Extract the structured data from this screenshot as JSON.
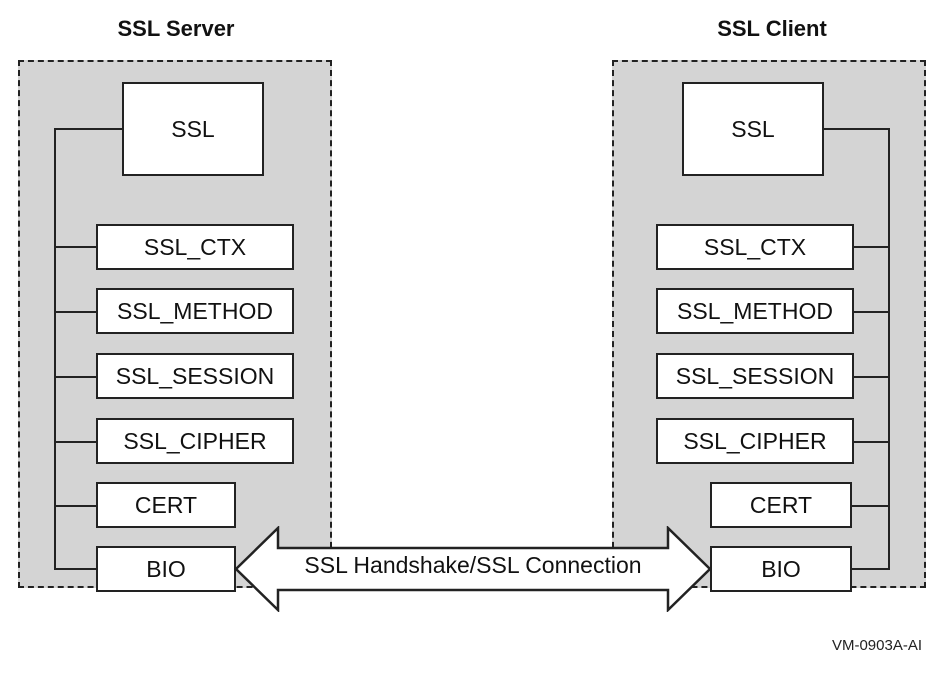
{
  "server": {
    "title": "SSL Server",
    "items": {
      "ssl": "SSL",
      "ctx": "SSL_CTX",
      "method": "SSL_METHOD",
      "session": "SSL_SESSION",
      "cipher": "SSL_CIPHER",
      "cert": "CERT",
      "bio": "BIO"
    }
  },
  "client": {
    "title": "SSL Client",
    "items": {
      "ssl": "SSL",
      "ctx": "SSL_CTX",
      "method": "SSL_METHOD",
      "session": "SSL_SESSION",
      "cipher": "SSL_CIPHER",
      "cert": "CERT",
      "bio": "BIO"
    }
  },
  "connection": {
    "label": "SSL Handshake/SSL Connection"
  },
  "figure_id": "VM-0903A-AI",
  "colors": {
    "panel_fill": "#d4d4d4",
    "box_fill": "#ffffff",
    "stroke": "#222222"
  }
}
